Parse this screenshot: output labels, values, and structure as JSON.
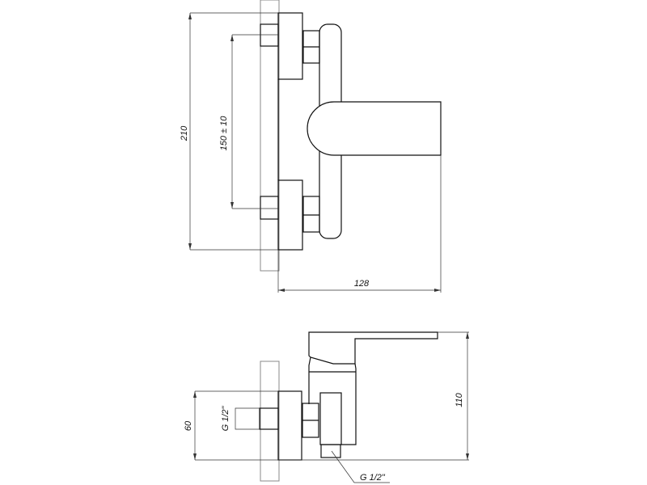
{
  "drawing": {
    "top_view": {
      "dim_height": "210",
      "dim_spacing": "150 ± 10",
      "dim_depth": "128"
    },
    "side_view": {
      "dim_inlet_height": "60",
      "dim_total_height": "110",
      "inlet_thread": "G 1/2\"",
      "outlet_thread": "G 1/2\""
    }
  }
}
